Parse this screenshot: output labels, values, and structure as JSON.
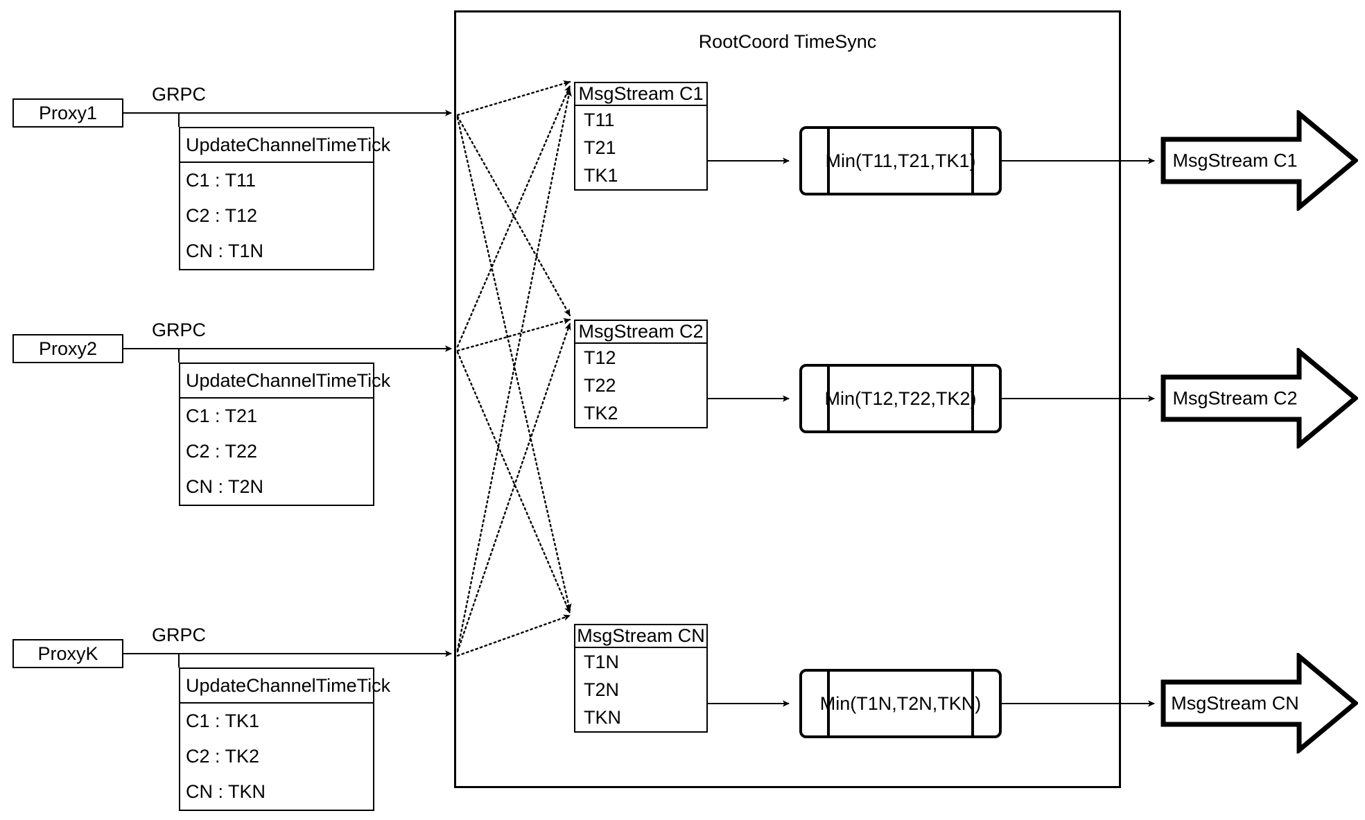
{
  "diagram": {
    "title": "RootCoord TimeSync",
    "grpc_label": "GRPC",
    "rows": [
      {
        "proxy": "Proxy1",
        "grpc": "GRPC",
        "request_title": "UpdateChannelTimeTick",
        "request_rows": [
          "C1 :  T11",
          "C2 :  T12",
          "CN : T1N"
        ],
        "msgstream_title": "MsgStream C1",
        "msgstream_rows": [
          "T11",
          "T21",
          "TK1"
        ],
        "min_label": "Min(T11,T21,TK1)",
        "output_label": "MsgStream C1"
      },
      {
        "proxy": "Proxy2",
        "grpc": "GRPC",
        "request_title": "UpdateChannelTimeTick",
        "request_rows": [
          "C1 :  T21",
          "C2 :  T22",
          "CN : T2N"
        ],
        "msgstream_title": "MsgStream C2",
        "msgstream_rows": [
          "T12",
          "T22",
          "TK2"
        ],
        "min_label": "Min(T12,T22,TK2)",
        "output_label": "MsgStream C2"
      },
      {
        "proxy": "ProxyK",
        "grpc": "GRPC",
        "request_title": "UpdateChannelTimeTick",
        "request_rows": [
          "C1 :  TK1",
          "C2 :  TK2",
          "CN : TKN"
        ],
        "msgstream_title": "MsgStream CN",
        "msgstream_rows": [
          "T1N",
          "T2N",
          "TKN"
        ],
        "min_label": "Min(T1N,T2N,TKN)",
        "output_label": "MsgStream CN"
      }
    ],
    "colors": {
      "stroke": "#000000",
      "background": "#ffffff"
    }
  }
}
